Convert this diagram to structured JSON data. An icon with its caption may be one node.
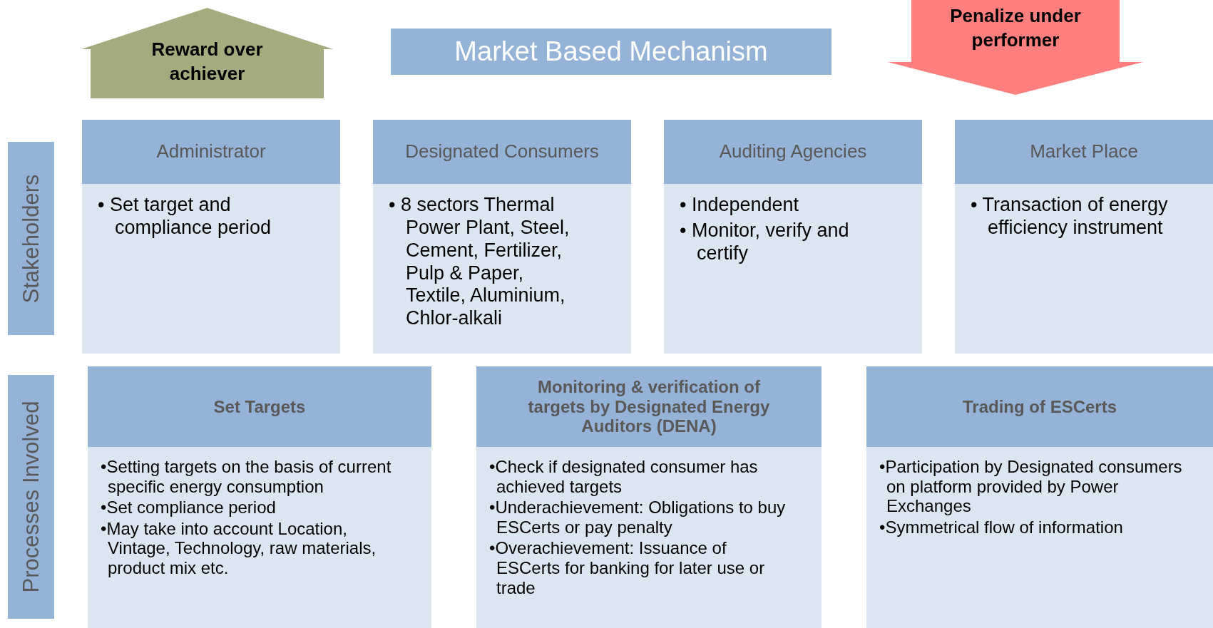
{
  "diagram": {
    "nodes": [
      {
        "text": [
          "Reward over achiever"
        ]
      },
      {
        "text": [
          "Market Based Mechanism"
        ]
      },
      {
        "text": [
          "Penalize under performer"
        ]
      },
      {
        "text": [
          "Stakeholders"
        ]
      },
      {
        "text": [
          "Administrator",
          "• Set target and compliance period"
        ]
      },
      {
        "text": [
          "Designated Consumers",
          "• 8 sectors Thermal Power Plant, Steel, Cement, Fertilizer, Pulp & Paper, Textile, Aluminium, Chlor-alkali"
        ]
      },
      {
        "text": [
          "Auditing Agencies",
          "• Independent",
          "• Monitor, verify and certify"
        ]
      },
      {
        "text": [
          "Market Place",
          "• Transaction of energy efficiency instrument"
        ]
      },
      {
        "text": [
          "Processes Involved"
        ]
      },
      {
        "text": [
          "Set Targets",
          "•Setting targets on the basis of current specific energy consumption",
          "•Set compliance period",
          "•May take into account Location, Vintage, Technology, raw materials, product mix etc."
        ]
      },
      {
        "text": [
          "Monitoring & verification of targets by Designated Energy Auditors (DENA)",
          "•Check if designated consumer has achieved targets",
          "•Underachievement: Obligations to buy ESCerts or pay penalty",
          "•Overachievement: Issuance of ESCerts for banking for later use or trade"
        ]
      },
      {
        "text": [
          "Trading of ESCerts",
          "•Participation by Designated consumers  on platform provided by Power Exchanges",
          "•Symmetrical flow of information"
        ]
      }
    ],
    "edges": []
  }
}
